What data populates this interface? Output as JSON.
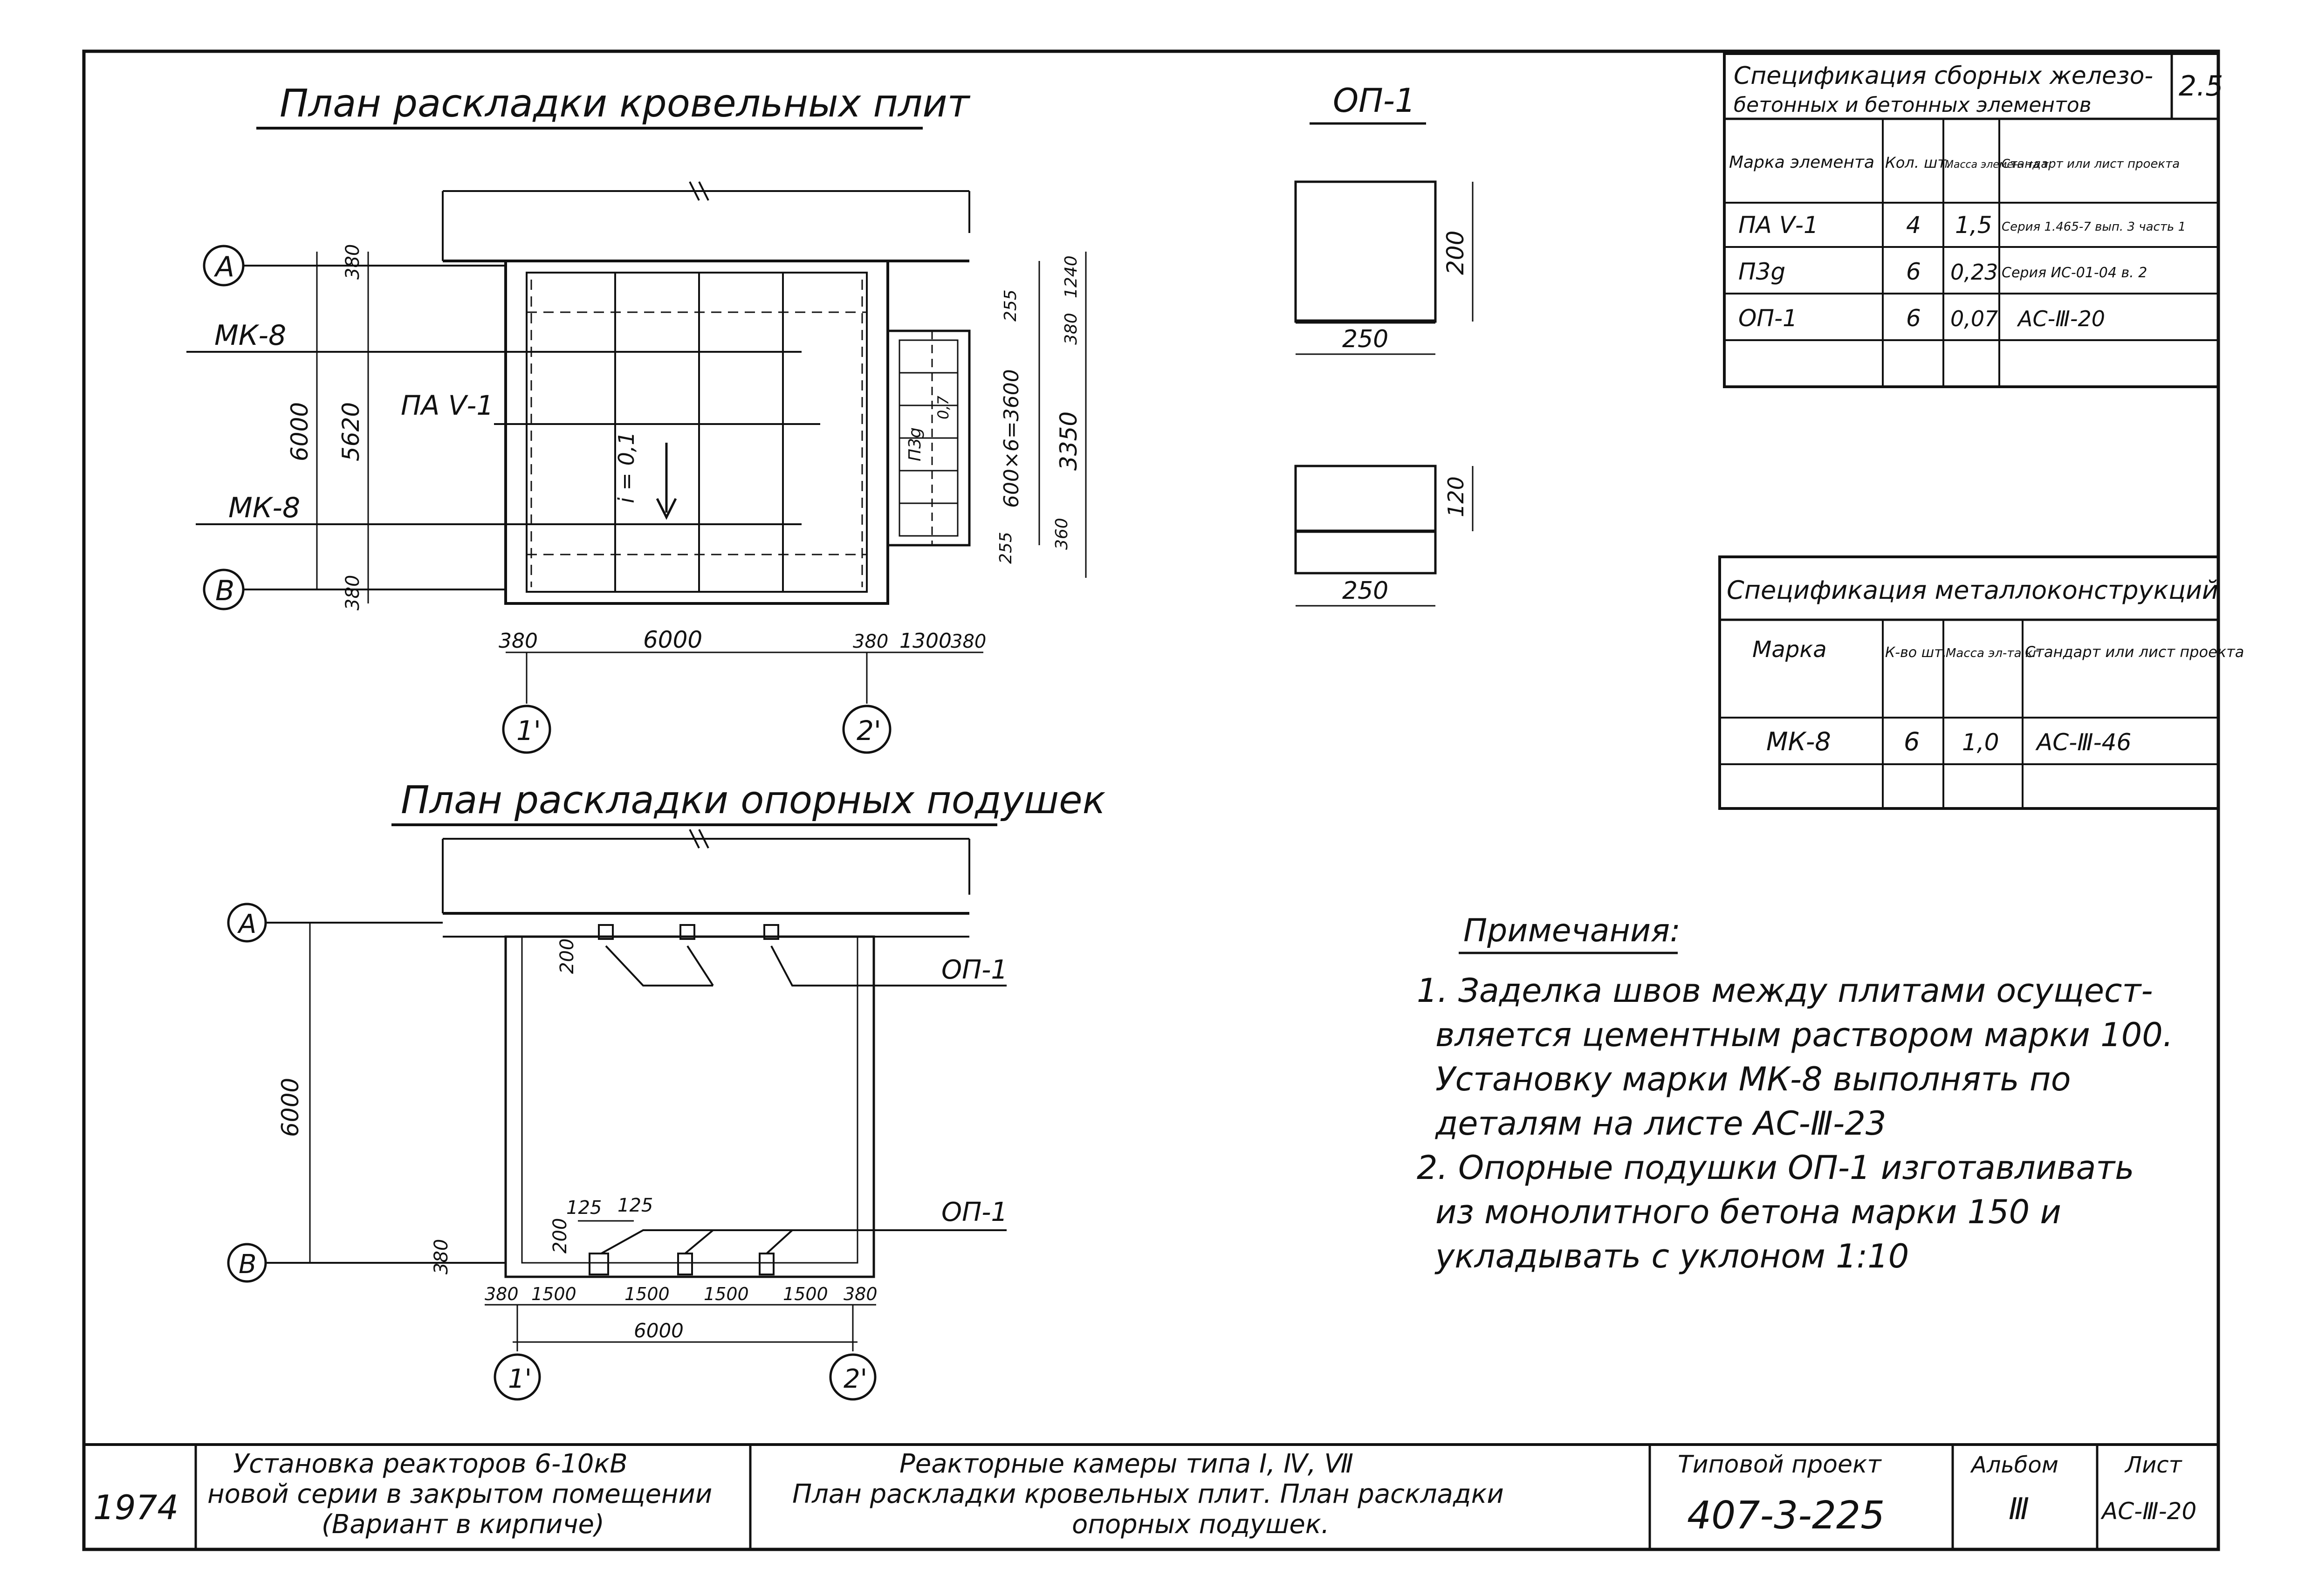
{
  "plan_roof": {
    "title": "План раскладки кровельных плит",
    "axis_a": "А",
    "axis_b": "В",
    "axis_1": "1'",
    "axis_2": "2'",
    "mk8_top": "МК-8",
    "mk8_bottom": "МК-8",
    "pa_label": "ПА Ⅴ-1",
    "slope": "i = 0,1",
    "dim_6000_left": "6000",
    "dim_5620": "5620",
    "dim_380_top": "380",
    "dim_380_bottom": "380",
    "dim_380_a": "380",
    "dim_6000_bottom": "6000",
    "dim_380_b": "380",
    "dim_1300": "1300",
    "dim_380_c": "380",
    "dim_255_top": "255",
    "dim_255_bottom": "255",
    "dim_380_right_top": "380",
    "dim_1240": "1240",
    "dim_3350": "3350",
    "dim_600x6": "600×6=3600",
    "dim_360": "360",
    "p3g_label": "П3g",
    "small_07": "0,7"
  },
  "op1": {
    "title": "ОП-1",
    "top_width": "250",
    "top_height": "200",
    "bottom_width": "250",
    "bottom_height": "120"
  },
  "plan_pads": {
    "title": "План раскладки опорных подушек",
    "axis_a": "А",
    "axis_b": "В",
    "axis_1": "1'",
    "axis_2": "2'",
    "op1_top": "ОП-1",
    "op1_bottom": "ОП-1",
    "dim_6000": "6000",
    "dim_200_top": "200",
    "dim_200_bottom": "200",
    "dim_125_a": "125",
    "dim_125_b": "125",
    "dim_380_left": "380",
    "bottom_dims": [
      "380",
      "1500",
      "1500",
      "1500",
      "1500",
      "380"
    ],
    "dim_6000_bottom": "6000"
  },
  "spec_concrete": {
    "title_line1": "Спецификация сборных железо-",
    "title_line2": "бетонных и бетонных элементов",
    "page_no": "2.5",
    "headers": [
      "Марка элемента",
      "Кол. шт.",
      "Масса элемен- та т",
      "Стандарт или лист проекта"
    ],
    "rows": [
      [
        "ПА Ⅴ-1",
        "4",
        "1,5",
        "Серия 1.465-7 вып. 3  часть 1"
      ],
      [
        "П3g",
        "6",
        "0,23",
        "Серия ИС-01-04 в. 2"
      ],
      [
        "ОП-1",
        "6",
        "0,07",
        "АС-Ⅲ-20"
      ]
    ]
  },
  "spec_metal": {
    "title": "Спецификация металлоконструкций",
    "headers": [
      "Марка",
      "К-во шт.",
      "Масса эл-та кг",
      "Стандарт или лист проекта"
    ],
    "rows": [
      [
        "МК-8",
        "6",
        "1,0",
        "АС-Ⅲ-46"
      ]
    ]
  },
  "notes": {
    "title": "Примечания:",
    "lines": [
      "1. Заделка швов между плитами осущест-",
      "вляется цементным раствором марки 100.",
      "Установку марки МК-8 выполнять по",
      "деталям на листе АС-Ⅲ-23",
      "2. Опорные подушки ОП-1 изготавливать",
      "из монолитного бетона марки 150 и",
      "укладывать с уклоном 1:10"
    ]
  },
  "title_block": {
    "year": "1974",
    "desc_line1": "Установка реакторов 6-10кВ",
    "desc_line2": "новой серии в закрытом помещении",
    "desc_line3": "(Вариант в кирпиче)",
    "sheet_line1": "Реакторные камеры типа Ⅰ, Ⅳ, Ⅶ",
    "sheet_line2": "План раскладки кровельных плит. План раскладки",
    "sheet_line3": "опорных подушек.",
    "project_label": "Типовой проект",
    "project_no": "407-3-225",
    "album_label": "Альбом",
    "album_no": "Ⅲ",
    "sheet_label": "Лист",
    "sheet_no": "АС-Ⅲ-20"
  }
}
